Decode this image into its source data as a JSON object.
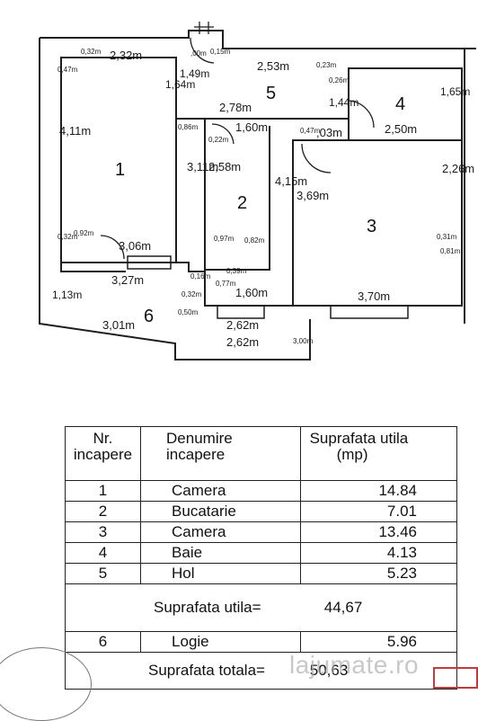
{
  "plan": {
    "rooms": [
      {
        "num": "1"
      },
      {
        "num": "2"
      },
      {
        "num": "3"
      },
      {
        "num": "4"
      },
      {
        "num": "5"
      },
      {
        "num": "6"
      }
    ],
    "dimensions": [
      "2,32m",
      "0,32m",
      "0,47m",
      ",00m",
      "0,15m",
      "1,49m",
      "1,64m",
      "2,53m",
      "0,23m",
      "0,26m",
      "1,44m",
      "1,65m",
      "2,78m",
      "0,86m",
      "1,60m",
      "0,22m",
      "0,47m",
      ",03m",
      "2,50m",
      "4,11m",
      "3,11m",
      "2,58m",
      "4,15m",
      "3,69m",
      "2,26m",
      "0,32m",
      "0,92m",
      "3,06m",
      "0,97m",
      "0,82m",
      "0,31m",
      "0,81m",
      "3,27m",
      "0,16m",
      "0,39m",
      "0,77m",
      "1,13m",
      "0,32m",
      "1,60m",
      "3,70m",
      "0,50m",
      "3,01m",
      "2,62m",
      "2,62m",
      "3,00m"
    ]
  },
  "table": {
    "headers": {
      "nr": [
        "Nr.",
        "incapere"
      ],
      "name": [
        "Denumire",
        "incapere"
      ],
      "area": [
        "Suprafata utila",
        "(mp)"
      ]
    },
    "rooms": [
      {
        "nr": "1",
        "name": "Camera",
        "area": "14.84"
      },
      {
        "nr": "2",
        "name": "Bucatarie",
        "area": "7.01"
      },
      {
        "nr": "3",
        "name": "Camera",
        "area": "13.46"
      },
      {
        "nr": "4",
        "name": "Baie",
        "area": "4.13"
      },
      {
        "nr": "5",
        "name": "Hol",
        "area": "5.23"
      }
    ],
    "subtotal": {
      "label": "Suprafata utila=",
      "value": "44,67"
    },
    "logie": {
      "nr": "6",
      "name": "Logie",
      "area": "5.96"
    },
    "total": {
      "label": "Suprafata totala=",
      "value": "50,63"
    }
  },
  "watermark": "lajumate.ro"
}
